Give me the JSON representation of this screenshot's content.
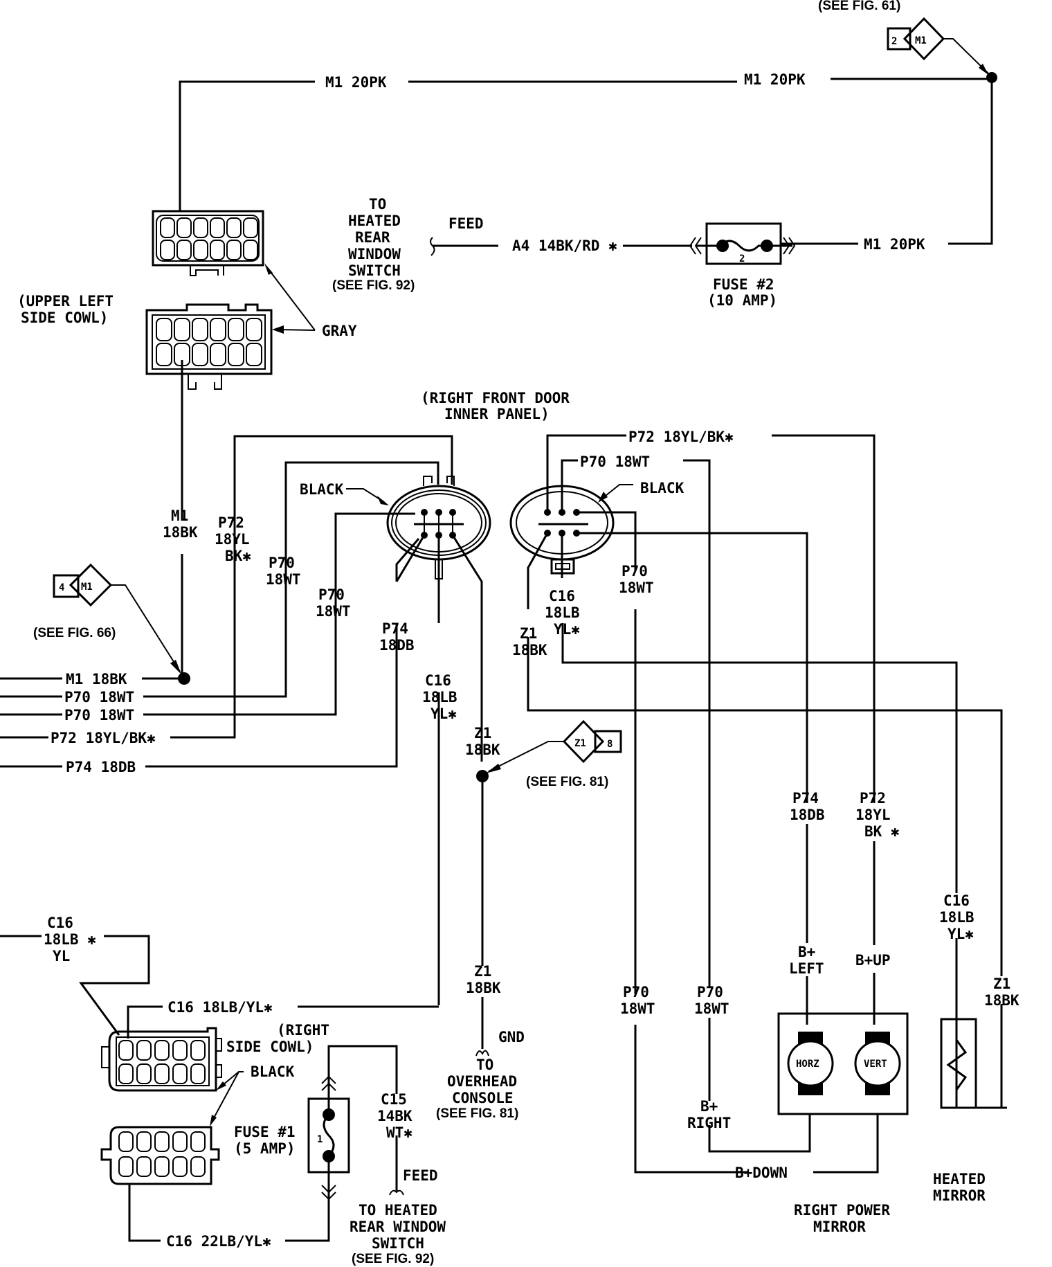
{
  "diagram": {
    "title": "Right Power Mirror / Heated Mirror Wiring",
    "colors": {
      "line": "#000000",
      "background": "#ffffff"
    },
    "refs": {
      "see_fig_61": "(SEE FIG. 61)",
      "see_fig_66": "(SEE FIG. 66)",
      "see_fig_81_a": "(SEE FIG. 81)",
      "see_fig_81_b": "(SEE FIG. 81)",
      "see_fig_92_a": "(SEE FIG. 92)",
      "see_fig_92_b": "(SEE FIG. 92)"
    },
    "splices": {
      "top": {
        "num": "2",
        "circuit": "M1"
      },
      "left": {
        "num": "4",
        "circuit": "M1"
      },
      "ground": {
        "num": "8",
        "circuit": "Z1"
      }
    },
    "wires": {
      "m1_top_left": "M1 20PK",
      "m1_top_right": "M1 20PK",
      "m1_fuse": "M1 20PK",
      "a4": "A4 14BK/RD ✱",
      "feed_top": "FEED",
      "m1_18bk_vert": [
        "M1",
        "18BK"
      ],
      "p72_vert_left": [
        "P72",
        "18YL",
        "BK✱"
      ],
      "p70_vert_a": [
        "P70",
        "18WT"
      ],
      "p70_vert_b": [
        "P70",
        "18WT"
      ],
      "p74_vert_left": [
        "P74",
        "18DB"
      ],
      "c16_vert_left": [
        "C16",
        "18LB",
        "YL✱"
      ],
      "z1_vert_left": [
        "Z1",
        "18BK"
      ],
      "z1_lower": [
        "Z1",
        "18BK"
      ],
      "gnd": "GND",
      "row_m1": "M1 18BK",
      "row_p70_a": "P70 18WT",
      "row_p70_b": "P70 18WT",
      "row_p72": "P72 18YL/BK✱",
      "row_p74": "P74 18DB",
      "p72_right_top": "P72 18YL/BK✱",
      "p70_right_top": "P70 18WT",
      "p70_right_vert": [
        "P70",
        "18WT"
      ],
      "c16_right_conn": [
        "C16",
        "18LB",
        "YL✱"
      ],
      "z1_right_conn": [
        "Z1",
        "18BK"
      ],
      "p74_mirror": [
        "P74",
        "18DB"
      ],
      "p72_mirror": [
        "P72",
        "18YL",
        "BK ✱"
      ],
      "c16_heater": [
        "C16",
        "18LB",
        "YL✱"
      ],
      "z1_heater": [
        "Z1",
        "18BK"
      ],
      "p70_mirror_a": [
        "P70",
        "18WT"
      ],
      "p70_mirror_b": [
        "P70",
        "18WT"
      ],
      "c16_left": [
        "C16",
        "18LB ✱",
        "YL"
      ],
      "c16_cowl": "C16 18LB/YL✱",
      "c16_22": "C16 22LB/YL✱",
      "c15": [
        "C15",
        "14BK",
        "WT✱"
      ],
      "feed_bottom": "FEED"
    },
    "labels": {
      "to_heated_top": [
        "TO",
        "HEATED",
        "REAR",
        "WINDOW",
        "SWITCH"
      ],
      "upper_left_cowl": [
        "(UPPER LEFT",
        "SIDE COWL)"
      ],
      "gray": "GRAY",
      "right_front_door": [
        "(RIGHT FRONT DOOR",
        "INNER PANEL)"
      ],
      "black_left": "BLACK",
      "black_right": "BLACK",
      "black_cowl": "BLACK",
      "right_side_cowl": [
        "(RIGHT",
        "SIDE COWL)"
      ],
      "to_overhead": [
        "TO",
        "OVERHEAD",
        "CONSOLE"
      ],
      "to_heated_bottom": [
        "TO HEATED",
        "REAR WINDOW",
        "SWITCH"
      ],
      "fuse2": [
        "FUSE #2",
        "(10 AMP)"
      ],
      "fuse2_num": "2",
      "fuse1": [
        "FUSE #1",
        "(5 AMP)"
      ],
      "fuse1_num": "1",
      "b_left": [
        "B+",
        "LEFT"
      ],
      "b_up": "B+UP",
      "b_right": [
        "B+",
        "RIGHT"
      ],
      "b_down": "B+DOWN",
      "horz": "HORZ",
      "vert": "VERT",
      "right_power_mirror": [
        "RIGHT POWER",
        "MIRROR"
      ],
      "heated_mirror": [
        "HEATED",
        "MIRROR"
      ]
    }
  }
}
